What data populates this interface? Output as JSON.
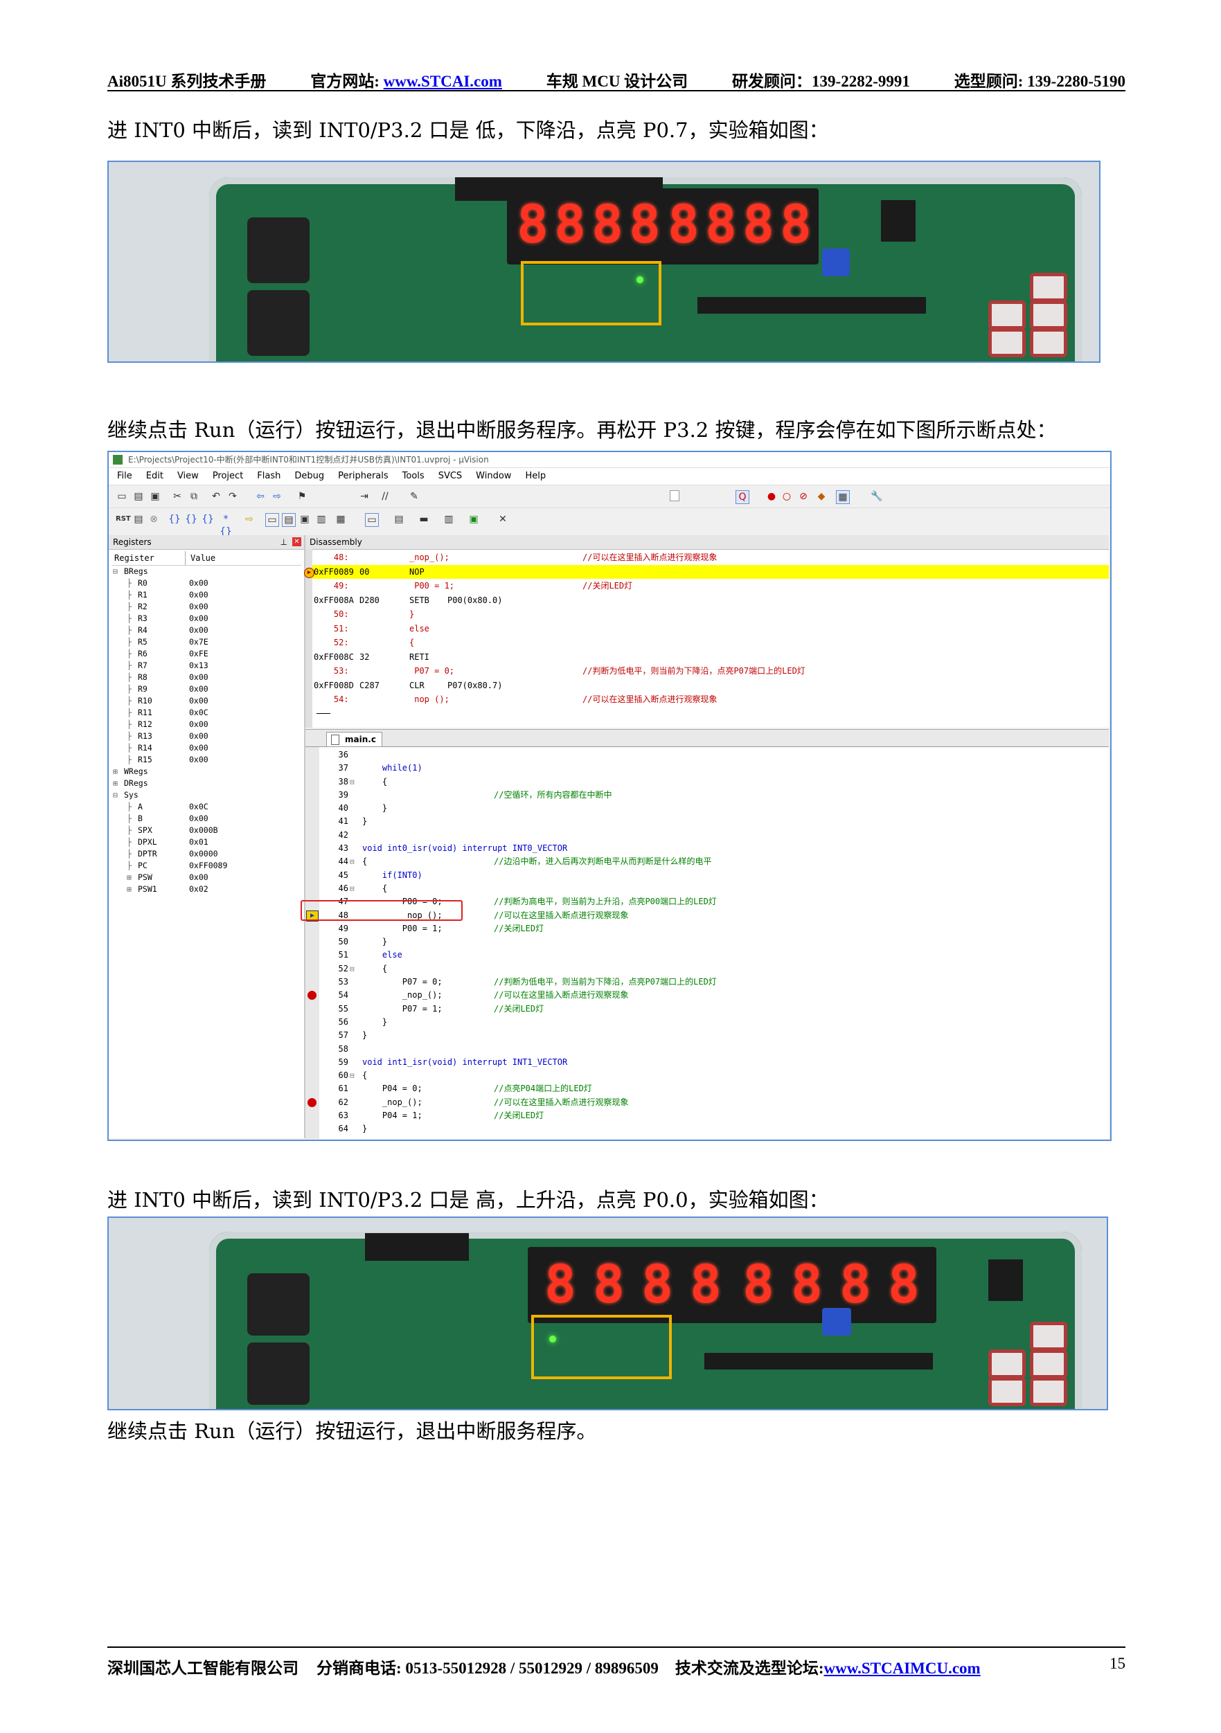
{
  "header": {
    "title": "Ai8051U 系列技术手册",
    "site_label": "官方网站: ",
    "site_url": "www.STCAI.com",
    "company": "车规 MCU 设计公司",
    "rd": "研发顾问：139-2282-9991",
    "sel": "选型顾问: 139-2280-5190"
  },
  "paragraphs": {
    "p1": "进 INT0 中断后，读到 INT0/P3.2 口是  低，下降沿，点亮  P0.7，实验箱如图：",
    "p2": "继续点击 Run（运行）按钮运行，退出中断服务程序。再松开 P3.2 按键，程序会停在如下图所示断点处：",
    "p3": "进 INT0 中断后，读到 INT0/P3.2 口是  高，上升沿，点亮  P0.0，实验箱如图：",
    "p4": "继续点击 Run（运行）按钮运行，退出中断服务程序。"
  },
  "ide": {
    "title": "E:\\Projects\\Project10-中断(外部中断INT0和INT1控制点灯并USB仿真)\\INT01.uvproj - µVision",
    "menu": [
      "File",
      "Edit",
      "View",
      "Project",
      "Flash",
      "Debug",
      "Peripherals",
      "Tools",
      "SVCS",
      "Window",
      "Help"
    ],
    "registers_title": "Registers",
    "col_register": "Register",
    "col_value": "Value",
    "regs": [
      {
        "name": "BRegs",
        "value": "",
        "indent": 1,
        "exp": "⊟"
      },
      {
        "name": "R0",
        "value": "0x00",
        "indent": 2
      },
      {
        "name": "R1",
        "value": "0x00",
        "indent": 2
      },
      {
        "name": "R2",
        "value": "0x00",
        "indent": 2
      },
      {
        "name": "R3",
        "value": "0x00",
        "indent": 2
      },
      {
        "name": "R4",
        "value": "0x00",
        "indent": 2
      },
      {
        "name": "R5",
        "value": "0x7E",
        "indent": 2
      },
      {
        "name": "R6",
        "value": "0xFE",
        "indent": 2
      },
      {
        "name": "R7",
        "value": "0x13",
        "indent": 2
      },
      {
        "name": "R8",
        "value": "0x00",
        "indent": 2
      },
      {
        "name": "R9",
        "value": "0x00",
        "indent": 2
      },
      {
        "name": "R10",
        "value": "0x00",
        "indent": 2
      },
      {
        "name": "R11",
        "value": "0x0C",
        "indent": 2
      },
      {
        "name": "R12",
        "value": "0x00",
        "indent": 2
      },
      {
        "name": "R13",
        "value": "0x00",
        "indent": 2
      },
      {
        "name": "R14",
        "value": "0x00",
        "indent": 2
      },
      {
        "name": "R15",
        "value": "0x00",
        "indent": 2
      },
      {
        "name": "WRegs",
        "value": "",
        "indent": 1,
        "exp": "⊞"
      },
      {
        "name": "DRegs",
        "value": "",
        "indent": 1,
        "exp": "⊞"
      },
      {
        "name": "Sys",
        "value": "",
        "indent": 1,
        "exp": "⊟"
      },
      {
        "name": "A",
        "value": "0x0C",
        "indent": 2
      },
      {
        "name": "B",
        "value": "0x00",
        "indent": 2
      },
      {
        "name": "SPX",
        "value": "0x000B",
        "indent": 2
      },
      {
        "name": "DPXL",
        "value": "0x01",
        "indent": 2
      },
      {
        "name": "DPTR",
        "value": "0x0000",
        "indent": 2
      },
      {
        "name": "PC",
        "value": "0xFF0089",
        "indent": 2
      },
      {
        "name": "PSW",
        "value": "0x00",
        "indent": 2,
        "exp": "⊞"
      },
      {
        "name": "PSW1",
        "value": "0x02",
        "indent": 2,
        "exp": "⊞"
      }
    ],
    "disasm_title": "Disassembly",
    "disasm": [
      {
        "a": "    48:",
        "b": "",
        "c": "_nop_();",
        "d": "",
        "e": "//可以在这里插入断点进行观察现象",
        "hl": false
      },
      {
        "a": "0xFF0089",
        "b": "00",
        "c": "NOP",
        "d": "",
        "e": "",
        "hl": true
      },
      {
        "a": "    49:",
        "b": "",
        "c": " P00 = 1;",
        "d": "",
        "e": "//关闭LED灯",
        "hl": false
      },
      {
        "a": "0xFF008A",
        "b": "D280",
        "c": "SETB",
        "d": "P00(0x80.0)",
        "e": "",
        "hl": false
      },
      {
        "a": "    50:",
        "b": "",
        "c": "}",
        "d": "",
        "e": "",
        "hl": false
      },
      {
        "a": "    51:",
        "b": "",
        "c": "else",
        "d": "",
        "e": "",
        "hl": false
      },
      {
        "a": "    52:",
        "b": "",
        "c": "{",
        "d": "",
        "e": "",
        "hl": false
      },
      {
        "a": "0xFF008C",
        "b": "32",
        "c": "RETI",
        "d": "",
        "e": "",
        "hl": false
      },
      {
        "a": "    53:",
        "b": "",
        "c": " P07 = 0;",
        "d": "",
        "e": "//判断为低电平，则当前为下降沿，点亮P07端口上的LED灯",
        "hl": false
      },
      {
        "a": "0xFF008D",
        "b": "C287",
        "c": "CLR",
        "d": "P07(0x80.7)",
        "e": "",
        "hl": false
      },
      {
        "a": "    54:",
        "b": "",
        "c": " nop ();",
        "d": "",
        "e": "//可以在这里插入断点进行观察现象",
        "hl": false
      }
    ],
    "tab": "main.c",
    "code": [
      {
        "n": "36",
        "t": "",
        "c": ""
      },
      {
        "n": "37",
        "t": "    while(1)",
        "c": ""
      },
      {
        "n": "38",
        "t": "    {",
        "c": ""
      },
      {
        "n": "39",
        "t": "",
        "c": "//空循环，所有内容都在中断中"
      },
      {
        "n": "40",
        "t": "    }",
        "c": ""
      },
      {
        "n": "41",
        "t": "}",
        "c": ""
      },
      {
        "n": "42",
        "t": "",
        "c": ""
      },
      {
        "n": "43",
        "t": "void int0_isr(void) interrupt INT0_VECTOR",
        "c": ""
      },
      {
        "n": "44",
        "t": "{",
        "c": "//边沿中断，进入后再次判断电平从而判断是什么样的电平"
      },
      {
        "n": "45",
        "t": "    if(INT0)",
        "c": ""
      },
      {
        "n": "46",
        "t": "    {",
        "c": ""
      },
      {
        "n": "47",
        "t": "        P00 = 0;",
        "c": "//判断为高电平，则当前为上升沿，点亮P00端口上的LED灯"
      },
      {
        "n": "48",
        "t": "        _nop_();",
        "c": "//可以在这里插入断点进行观察现象"
      },
      {
        "n": "49",
        "t": "        P00 = 1;",
        "c": "//关闭LED灯"
      },
      {
        "n": "50",
        "t": "    }",
        "c": ""
      },
      {
        "n": "51",
        "t": "    else",
        "c": ""
      },
      {
        "n": "52",
        "t": "    {",
        "c": ""
      },
      {
        "n": "53",
        "t": "        P07 = 0;",
        "c": "//判断为低电平，则当前为下降沿，点亮P07端口上的LED灯"
      },
      {
        "n": "54",
        "t": "        _nop_();",
        "c": "//可以在这里插入断点进行观察现象"
      },
      {
        "n": "55",
        "t": "        P07 = 1;",
        "c": "//关闭LED灯"
      },
      {
        "n": "56",
        "t": "    }",
        "c": ""
      },
      {
        "n": "57",
        "t": "}",
        "c": ""
      },
      {
        "n": "58",
        "t": "",
        "c": ""
      },
      {
        "n": "59",
        "t": "void int1_isr(void) interrupt INT1_VECTOR",
        "c": ""
      },
      {
        "n": "60",
        "t": "{",
        "c": ""
      },
      {
        "n": "61",
        "t": "    P04 = 0;",
        "c": "//点亮P04端口上的LED灯"
      },
      {
        "n": "62",
        "t": "    _nop_();",
        "c": "//可以在这里插入断点进行观察现象"
      },
      {
        "n": "63",
        "t": "    P04 = 1;",
        "c": "//关闭LED灯"
      },
      {
        "n": "64",
        "t": "}",
        "c": ""
      }
    ]
  },
  "footer": {
    "company": "深圳国芯人工智能有限公司",
    "phone": "分销商电话: 0513-55012928 / 55012929 / 89896509",
    "forum_label": "技术交流及选型论坛:",
    "forum_url": "www.STCAIMCU.com",
    "page": "15"
  },
  "colors": {
    "exec_highlight": "#ffff00",
    "breakpoint": "#d00000",
    "frame": "#5b8fd6",
    "callout": "#e02020"
  }
}
